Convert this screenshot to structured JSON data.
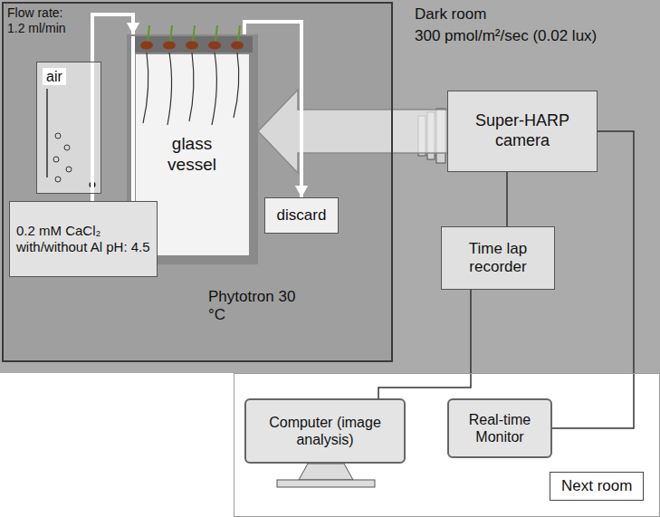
{
  "diagram": {
    "nodes": [
      {
        "text": [
          "Dark room",
          "300 pmol/m²/sec (0.02 lux)"
        ]
      },
      {
        "text": [
          "Phytotron 30 °C"
        ],
        "in": 0
      },
      {
        "text": [
          "air"
        ],
        "in": 1
      },
      {
        "text": [
          "glass vessel"
        ],
        "in": 1
      },
      {
        "text": [
          "discard"
        ],
        "in": 1
      },
      {
        "text": [
          "0.2 mM CaCl₂ with/without Al pH: 4.5"
        ],
        "in": 1
      },
      {
        "text": [
          "Super-HARP camera"
        ],
        "in": 0
      },
      {
        "text": [
          "Time lap recorder"
        ],
        "in": 0
      },
      {
        "text": [
          "Next room"
        ]
      },
      {
        "text": [
          "Computer (image analysis)"
        ],
        "in": 8
      },
      {
        "text": [
          "Real-time Monitor"
        ],
        "in": 8
      }
    ],
    "edges": [
      {
        "from": 5,
        "to": 3,
        "arrow": "to"
      },
      {
        "from": 3,
        "to": 4,
        "arrow": "to"
      },
      {
        "from": 6,
        "to": 3,
        "arrow": "to"
      },
      {
        "from": 6,
        "to": 7,
        "arrow": "none"
      },
      {
        "from": 7,
        "to": 9,
        "arrow": "none"
      },
      {
        "from": 6,
        "to": 10,
        "arrow": "none"
      }
    ],
    "labels": [
      "Flow rate: 1.2 ml/min"
    ]
  }
}
